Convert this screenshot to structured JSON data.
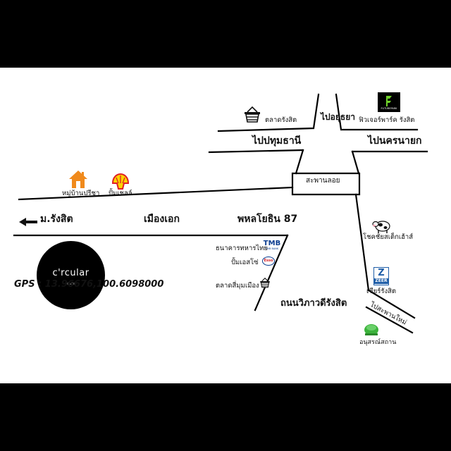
{
  "map": {
    "labels": {
      "rangsit_market": "ตลาดรังสิต",
      "to_ayutthaya": "ไปอยุธยา",
      "future_park": "ฟิวเจอร์พาร์ค รังสิต",
      "to_pathum_thani": "ไปปทุมธานี",
      "to_nakhon_nayok": "ไปนครนายก",
      "overpass": "สะพานลอย",
      "pruksa_village": "หมู่บ้านปรีชา",
      "shell_station": "ปั้มเชลล์",
      "to_rangsit_university": "ม.รังสิต",
      "mueang_ake": "เมืองเอก",
      "phahonyothin_87": "พหลโยธิน 87",
      "tmb_bank": "ธนาคารทหารไทย",
      "esso_station": "ปั้มเอสโซ่",
      "simummueang_market": "ตลาดสี่มุมเมือง",
      "chokchai_steakhouse": "โชคชัยสเต็กเฮ้าส์",
      "zeer_rangsit": "เซียร์รังสิต",
      "vibhavadi_rangsit": "ถนนวิภาวดีรังสิต",
      "to_saphan_mai": "ไปสะพานใหม่",
      "victory_monument": "อนุสรณ์สถาน"
    },
    "logos": {
      "circular_name": "c'rcular",
      "circular_sub": "cafe",
      "tmb_text": "TMB",
      "tmb_sub": "TMB BANK",
      "esso_text": "Esso",
      "zeer_letter": "Z",
      "zeer_text": "ZEER",
      "futurepark_text": "FUTUREPARK"
    },
    "gps": "GPS : 13.96676,100.6098000",
    "colors": {
      "background_band": "#000000",
      "map_background": "#ffffff",
      "road": "#000000",
      "shell_red": "#e01e25",
      "shell_yellow": "#fbd300",
      "house_orange": "#f08a1c",
      "tmb_blue": "#0a3d91",
      "esso_red": "#d61f26",
      "zeer_blue": "#1f5ea8",
      "monument_green": "#3cb33c"
    },
    "icons": [
      "basket-icon",
      "futurepark-logo",
      "house-icon",
      "shell-logo",
      "arrow-left-icon",
      "circular-cafe-logo",
      "tmb-logo",
      "esso-logo",
      "cow-icon",
      "zeer-logo",
      "green-dome-icon"
    ]
  }
}
